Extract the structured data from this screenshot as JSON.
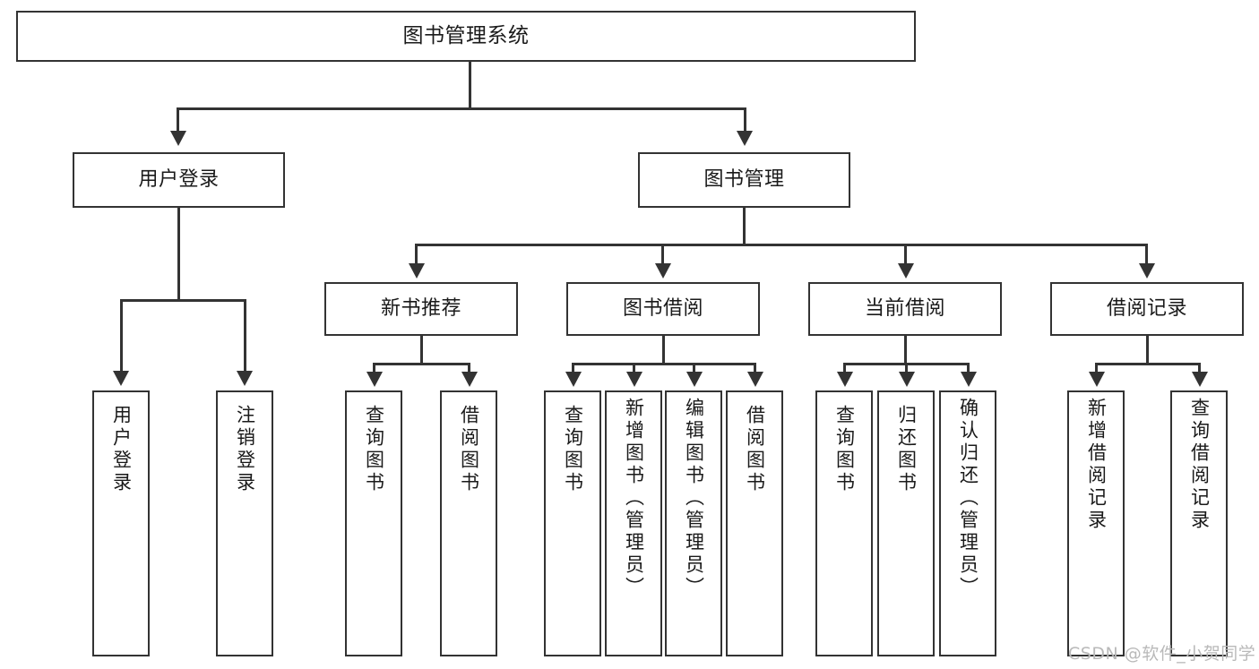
{
  "diagram": {
    "title": "图书管理系统",
    "type": "hierarchy-tree",
    "root": {
      "label": "图书管理系统"
    },
    "level2": [
      {
        "id": "user-login",
        "label": "用户登录"
      },
      {
        "id": "book-management",
        "label": "图书管理"
      }
    ],
    "level3": [
      {
        "id": "new-book-recommend",
        "label": "新书推荐"
      },
      {
        "id": "book-borrow",
        "label": "图书借阅"
      },
      {
        "id": "current-borrow",
        "label": "当前借阅"
      },
      {
        "id": "borrow-record",
        "label": "借阅记录"
      }
    ],
    "leaves": {
      "user_login": [
        {
          "id": "leaf-user-login",
          "label": "用户登录"
        },
        {
          "id": "leaf-logout-login",
          "label": "注销登录"
        }
      ],
      "new_book_recommend": [
        {
          "id": "leaf-query-book-1",
          "label": "查询图书"
        },
        {
          "id": "leaf-borrow-book-1",
          "label": "借阅图书"
        }
      ],
      "book_borrow": [
        {
          "id": "leaf-query-book-2",
          "label": "查询图书"
        },
        {
          "id": "leaf-add-book",
          "label": "新增图书（管理员）"
        },
        {
          "id": "leaf-edit-book",
          "label": "编辑图书（管理员）"
        },
        {
          "id": "leaf-borrow-book-2",
          "label": "借阅图书"
        }
      ],
      "current_borrow": [
        {
          "id": "leaf-query-book-3",
          "label": "查询图书"
        },
        {
          "id": "leaf-return-book",
          "label": "归还图书"
        },
        {
          "id": "leaf-confirm-return",
          "label": "确认归还（管理员）"
        }
      ],
      "borrow_record": [
        {
          "id": "leaf-add-record",
          "label": "新增借阅记录"
        },
        {
          "id": "leaf-query-record",
          "label": "查询借阅记录"
        }
      ]
    }
  },
  "watermark": {
    "text": "CSDN @软件_小贺同学"
  },
  "colors": {
    "stroke": "#333333",
    "text": "#1a1a1a",
    "background": "#ffffff",
    "watermark": "#b9b9b9"
  }
}
